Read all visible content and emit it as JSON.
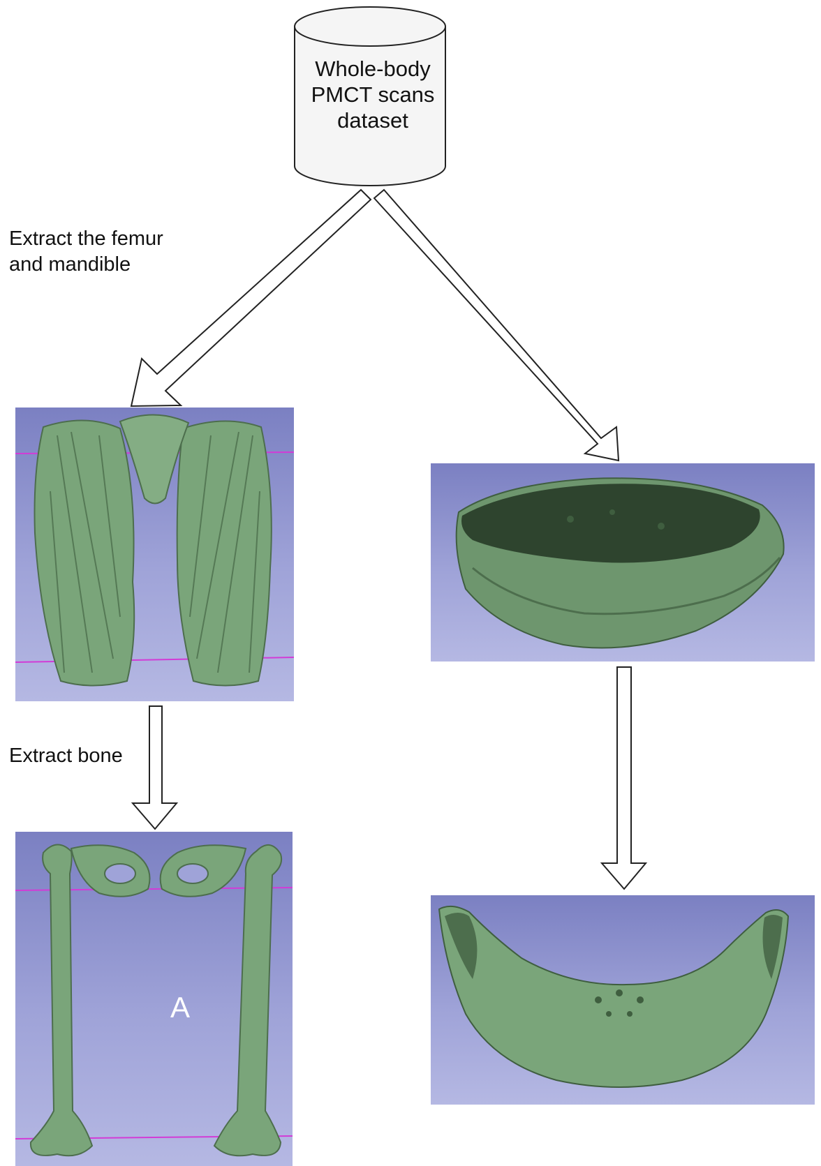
{
  "dataset": {
    "label": "Whole-body\nPMCT scans\ndataset"
  },
  "labels": {
    "extract_femur_mandible": "Extract the femur\nand mandible",
    "extract_bone": "Extract bone"
  },
  "panels": {
    "femur_bone": {
      "letter": "A"
    }
  },
  "colors": {
    "bone": "#7aa57a",
    "bone_dark": "#3f5e3f",
    "panel_top": "#7b80c2",
    "panel_bottom": "#b5b8e3",
    "marker_line": "#d23bd6"
  }
}
